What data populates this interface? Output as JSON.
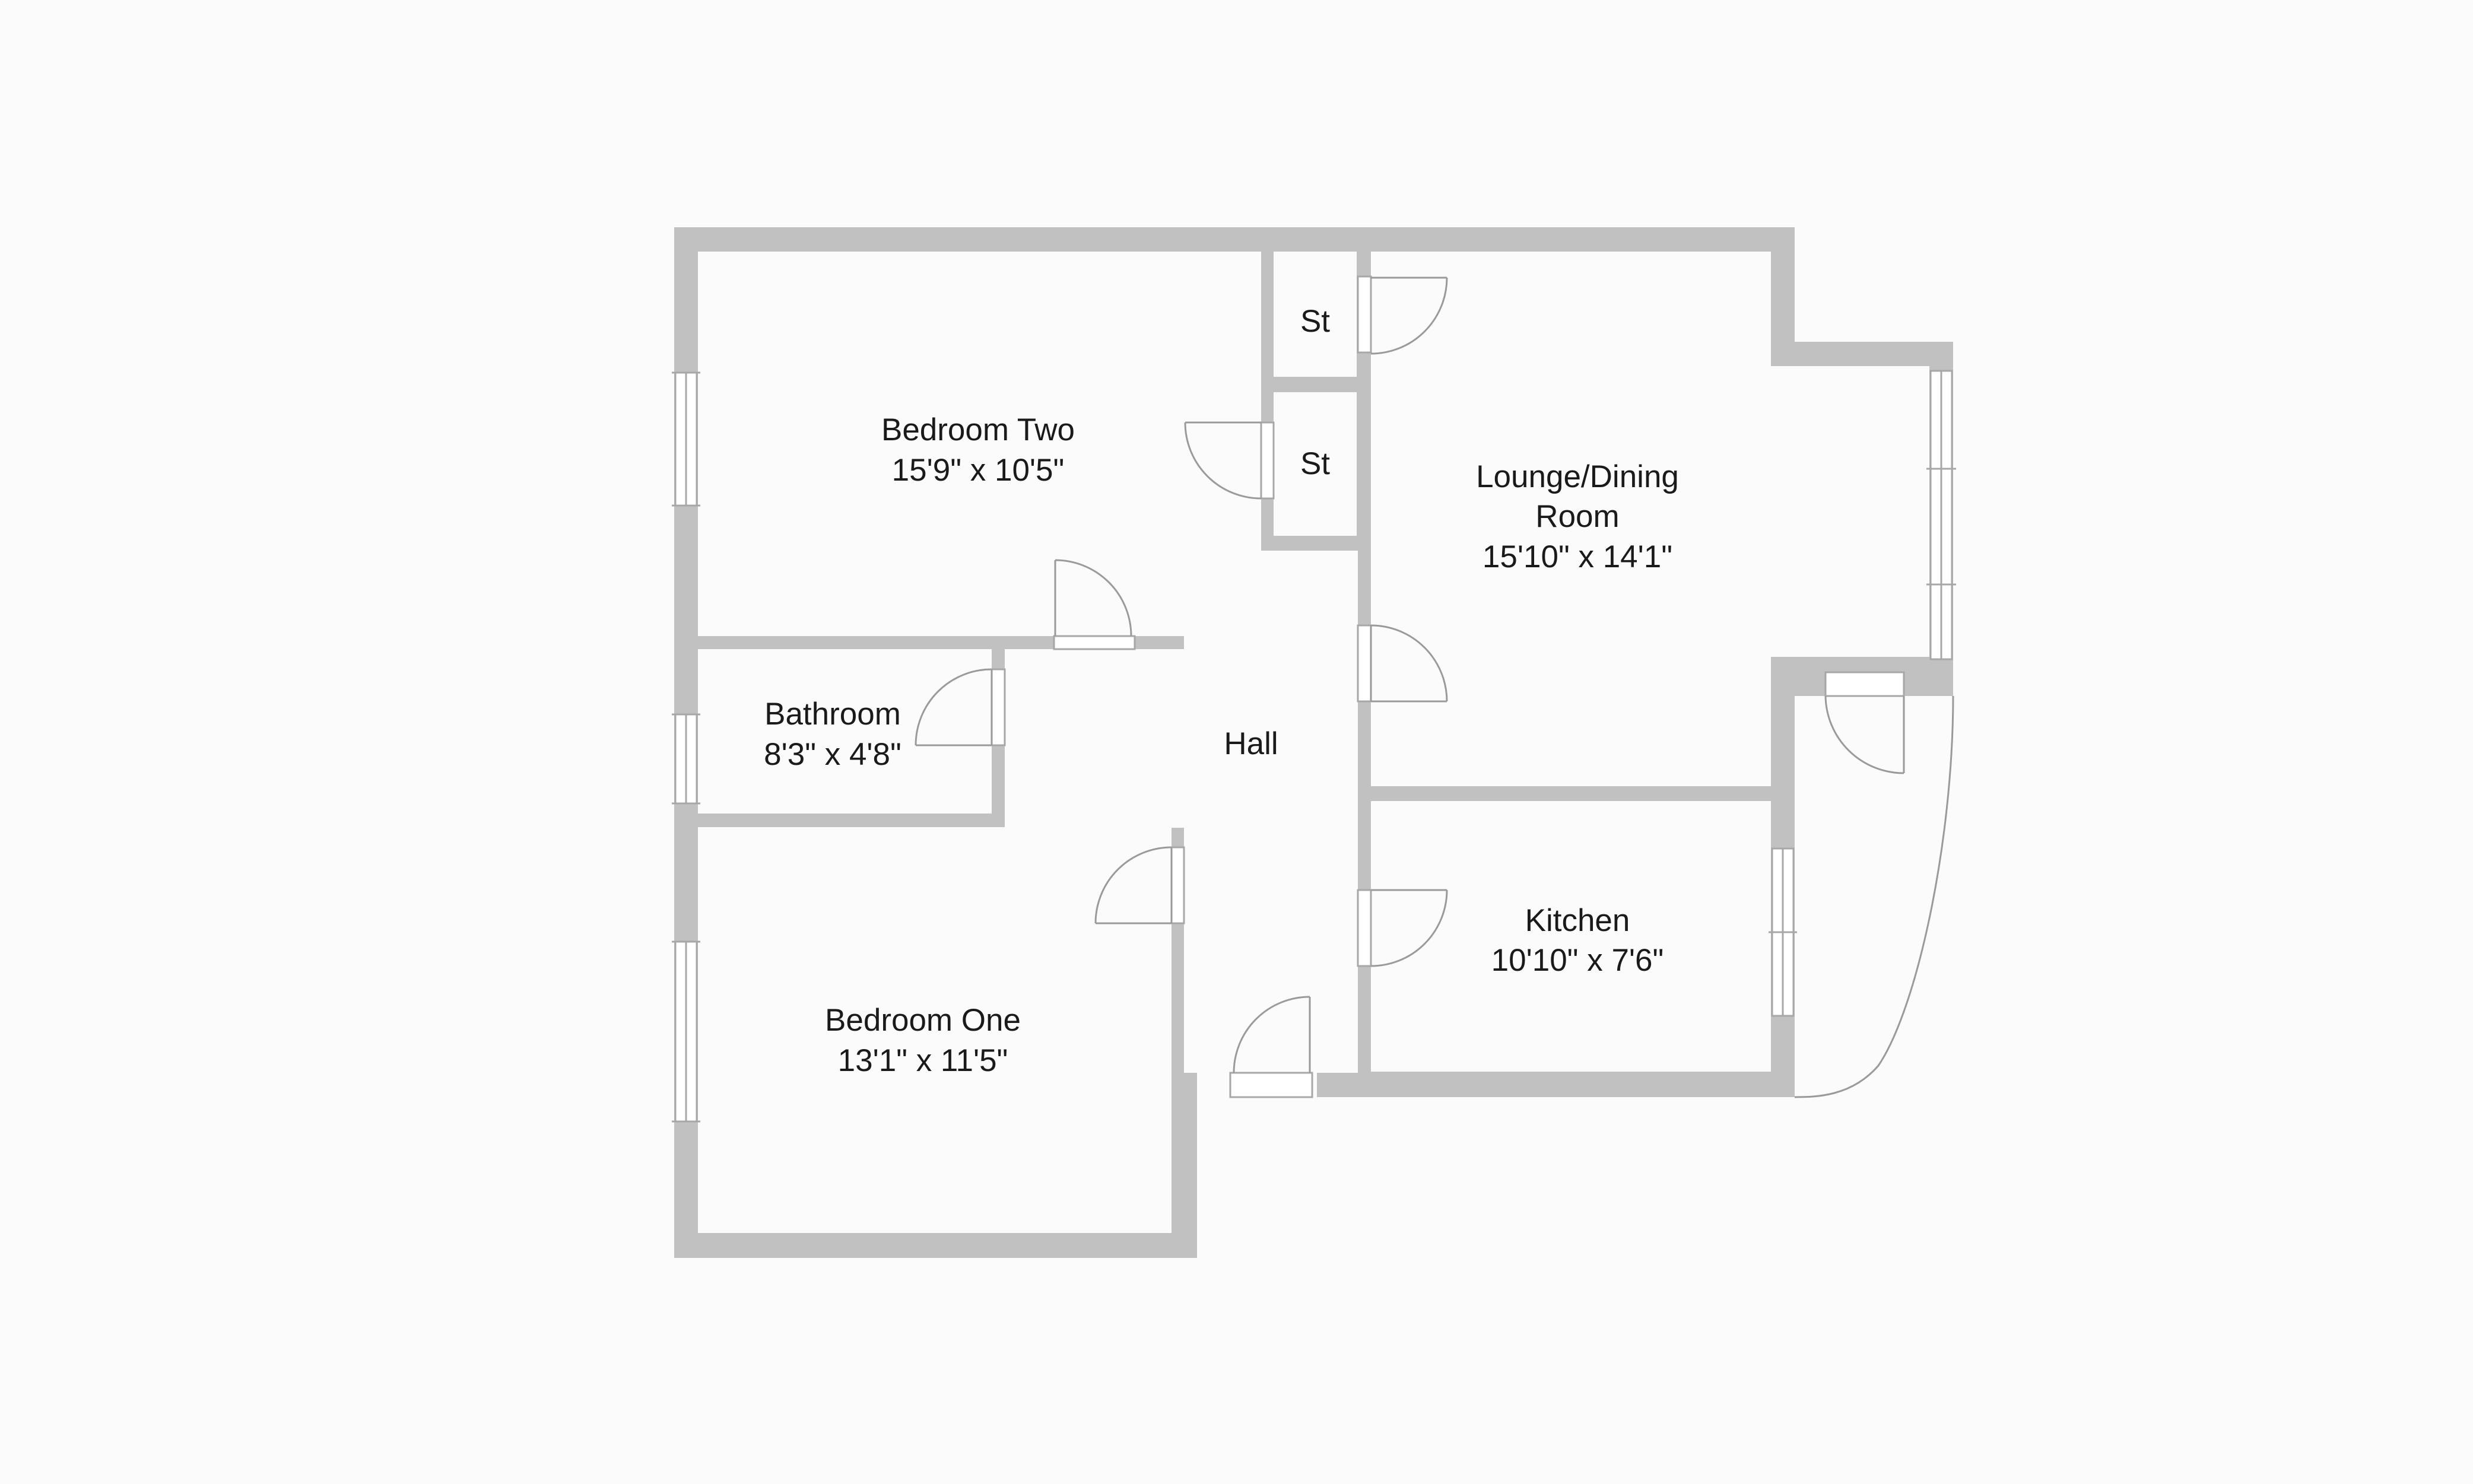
{
  "colors": {
    "background": "#fbfbfb",
    "wall": "#c1c1c2",
    "floor": "#fbfbfb",
    "window_line": "#a7a7a8",
    "door_line": "#9a9a9a",
    "text": "#1a1a1a"
  },
  "rooms": {
    "bedroom_two": {
      "name": "Bedroom Two",
      "size": "15'9\" x 10'5\""
    },
    "lounge": {
      "name_line1": "Lounge/Dining",
      "name_line2": "Room",
      "size": "15'10\" x 14'1\""
    },
    "store_upper": {
      "name": "St"
    },
    "store_lower": {
      "name": "St"
    },
    "bathroom": {
      "name": "Bathroom",
      "size": "8'3\" x 4'8\""
    },
    "hall": {
      "name": "Hall"
    },
    "kitchen": {
      "name": "Kitchen",
      "size": "10'10\" x 7'6\""
    },
    "bedroom_one": {
      "name": "Bedroom One",
      "size": "13'1\" x 11'5\""
    }
  }
}
